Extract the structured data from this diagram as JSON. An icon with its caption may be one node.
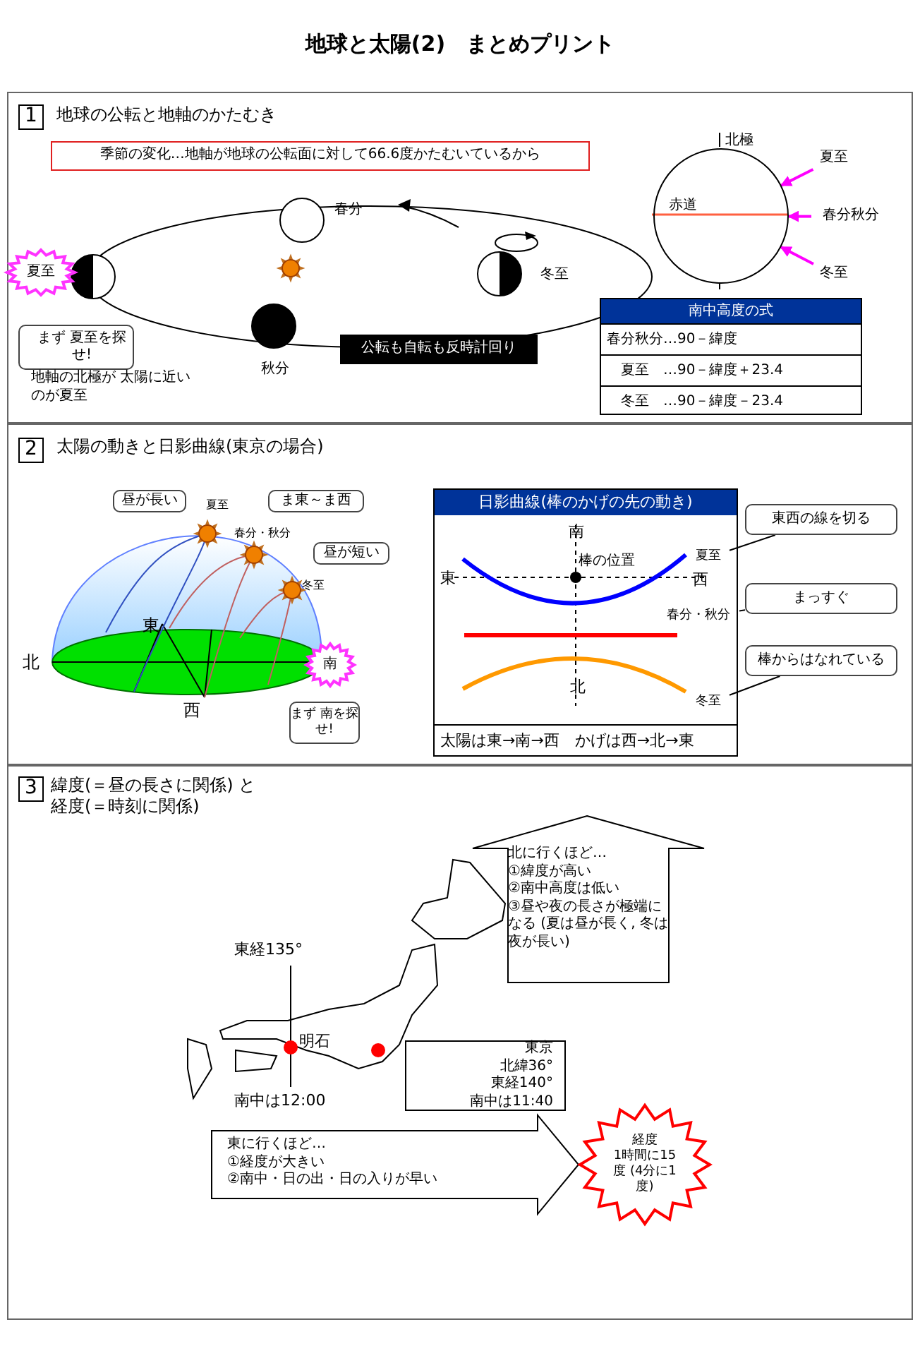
{
  "diagram": {
    "title": "地球と太陽(2)　まとめプリント",
    "nodes": [
      {
        "text": [
          "地球の公転と地軸のかたむき"
        ]
      },
      {
        "text": [
          "1"
        ],
        "in": 0
      },
      {
        "text": [
          "季節の変化…地軸が地球の公転面に対して66.6度かたむいているから"
        ],
        "in": 0
      },
      {
        "text": [],
        "shape": "circle",
        "in": 0,
        "beside": [
          "春分"
        ]
      },
      {
        "text": [],
        "shape": "circle",
        "in": 0
      },
      {
        "text": [
          "夏至"
        ],
        "in": 0
      },
      {
        "text": [],
        "shape": "circle",
        "in": 0,
        "beside": [
          "冬至"
        ]
      },
      {
        "text": [],
        "shape": "circle",
        "in": 0,
        "beside": [
          "秋分"
        ]
      },
      {
        "text": [
          "まず 夏至を探せ!"
        ],
        "in": 0
      },
      {
        "text": [
          "公転も自転も反時計回り"
        ],
        "in": 0
      },
      {
        "text": [
          "赤道"
        ],
        "in": 0,
        "beside": [
          "北極"
        ]
      },
      {
        "text": [
          "夏至"
        ],
        "in": 0
      },
      {
        "text": [
          "春分秋分"
        ],
        "in": 0
      },
      {
        "text": [
          "冬至"
        ],
        "in": 0
      },
      {
        "text": [
          "南中高度の式",
          "春分秋分…90－緯度",
          "夏至　…90－緯度＋23.4",
          "冬至　…90－緯度－23.4"
        ],
        "in": 0
      },
      {
        "text": [
          "太陽の動きと日影曲線(東京の場合)"
        ]
      },
      {
        "text": [
          "2"
        ],
        "in": 15
      },
      {
        "text": [
          "昼が長い"
        ],
        "in": 15
      },
      {
        "text": [
          "ま東～ま西"
        ],
        "in": 15
      },
      {
        "text": [
          "昼が短い"
        ],
        "in": 15
      },
      {
        "text": [
          "南"
        ],
        "in": 15
      },
      {
        "text": [
          "まず 南を探せ!"
        ],
        "in": 15
      },
      {
        "text": [
          "日影曲線(棒のかげの先の動き)",
          "太陽は東→南→西　かげは西→北→東"
        ],
        "in": 15
      },
      {
        "text": [
          "夏至"
        ],
        "in": 22
      },
      {
        "text": [
          "春分・秋分"
        ],
        "in": 22
      },
      {
        "text": [
          "冬至"
        ],
        "in": 22
      },
      {
        "text": [
          "東西の線を切る"
        ],
        "in": 15
      },
      {
        "text": [
          "まっすぐ"
        ],
        "in": 15
      },
      {
        "text": [
          "棒からはなれている"
        ],
        "in": 15
      },
      {
        "text": [
          "緯度(＝昼の長さに関係) と経度(＝時刻に関係)"
        ]
      },
      {
        "text": [
          "3"
        ],
        "in": 29
      },
      {
        "text": [
          "北に行くほど…",
          "①緯度が高い",
          "②南中高度は低い",
          "③昼や夜の長さが極端になる (夏は昼が長く, 冬は夜が長い)"
        ],
        "in": 29
      },
      {
        "text": [
          "東京",
          "北緯36°",
          "東経140°",
          "南中は11:40"
        ],
        "in": 29
      },
      {
        "text": [
          "東に行くほど…",
          "①経度が大きい",
          "②南中・日の出・日の入りが早い"
        ],
        "in": 29
      },
      {
        "text": [
          "経度",
          "1時間に15度 (4分に1度)"
        ],
        "in": 29
      }
    ],
    "edges": [
      {
        "from": 11,
        "to": 10,
        "arrow": "to",
        "color": "#ff00ff"
      },
      {
        "from": 12,
        "to": 10,
        "arrow": "to",
        "color": "#ff00ff"
      },
      {
        "from": 13,
        "to": 10,
        "arrow": "to",
        "color": "#ff00ff"
      },
      {
        "from": 26,
        "to": 23,
        "arrow": "none",
        "color": "#000000"
      },
      {
        "from": 27,
        "to": 24,
        "arrow": "none",
        "color": "#000000"
      },
      {
        "from": 28,
        "to": 25,
        "arrow": "none",
        "color": "#000000"
      }
    ],
    "labels": [
      "地軸の北極が 太陽に近いのが夏至",
      "夏至",
      "春分・秋分",
      "冬至",
      "東",
      "北",
      "西",
      "南",
      "棒の位置",
      "東",
      "西",
      "北",
      "東経135°",
      "明石",
      "南中は12:00"
    ]
  }
}
